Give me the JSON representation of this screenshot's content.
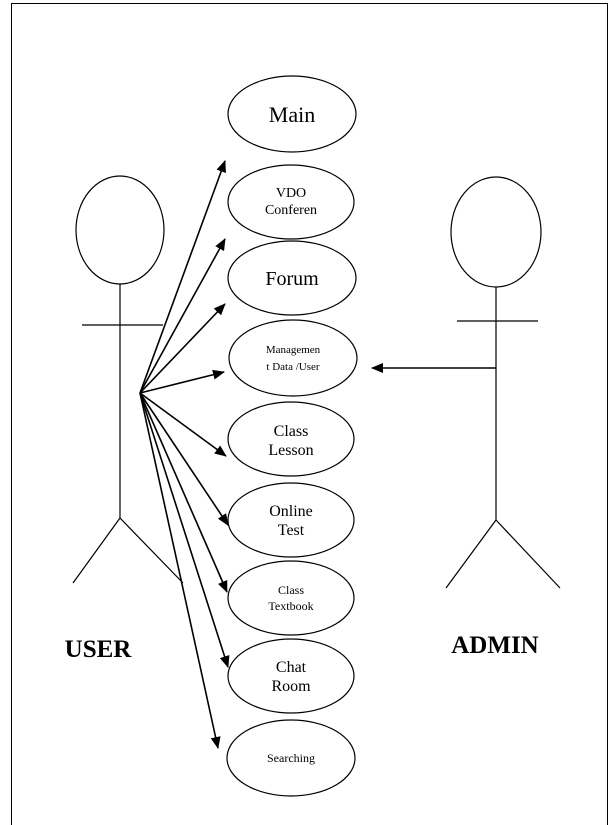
{
  "diagram": {
    "actors": [
      {
        "id": "user",
        "label": "USER"
      },
      {
        "id": "admin",
        "label": "ADMIN"
      }
    ],
    "use_cases": [
      {
        "id": "main",
        "lines": [
          "Main"
        ]
      },
      {
        "id": "vdo-conference",
        "lines": [
          "VDO",
          "Conferen"
        ]
      },
      {
        "id": "forum",
        "lines": [
          "Forum"
        ]
      },
      {
        "id": "management-data-user",
        "lines": [
          "Managemen",
          "t Data /User"
        ]
      },
      {
        "id": "class-lesson",
        "lines": [
          "Class",
          "Lesson"
        ]
      },
      {
        "id": "online-test",
        "lines": [
          "Online",
          "Test"
        ]
      },
      {
        "id": "class-textbook",
        "lines": [
          "Class",
          "Textbook"
        ]
      },
      {
        "id": "chat-room",
        "lines": [
          "Chat",
          "Room"
        ]
      },
      {
        "id": "searching",
        "lines": [
          "Searching"
        ]
      }
    ],
    "associations": [
      {
        "from": "user",
        "to": "main"
      },
      {
        "from": "user",
        "to": "vdo-conference"
      },
      {
        "from": "user",
        "to": "forum"
      },
      {
        "from": "user",
        "to": "management-data-user"
      },
      {
        "from": "user",
        "to": "class-lesson"
      },
      {
        "from": "user",
        "to": "online-test"
      },
      {
        "from": "user",
        "to": "class-textbook"
      },
      {
        "from": "user",
        "to": "chat-room"
      },
      {
        "from": "user",
        "to": "searching"
      },
      {
        "from": "admin",
        "to": "management-data-user"
      }
    ]
  }
}
